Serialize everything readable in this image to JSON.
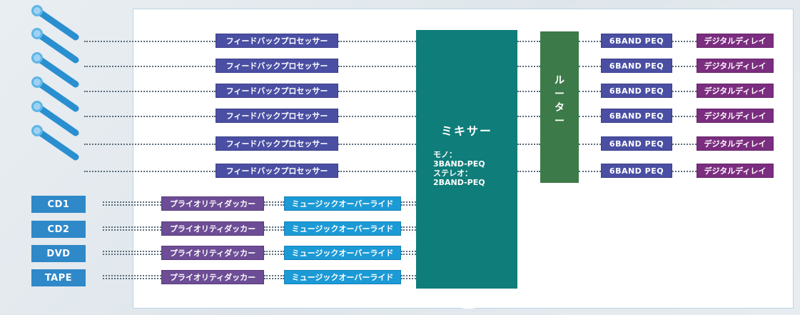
{
  "feedback_processor_label": "フィードバックプロセッサー",
  "peq_label": "6BAND PEQ",
  "delay_label": "デジタルディレイ",
  "priority_ducker_label": "プライオリティダッカー",
  "music_override_label": "ミュージックオーバーライド",
  "sources": [
    "CD1",
    "CD2",
    "DVD",
    "TAPE"
  ],
  "mixer": {
    "title": "ミキサー",
    "description": "モノ：\n3BAND-PEQ\nステレオ：\n2BAND-PEQ"
  },
  "router": {
    "chars": [
      "ル",
      "ー",
      "タ",
      "ー"
    ]
  },
  "icons": {
    "microphone": "microphone-icon"
  },
  "colors": {
    "feedback": "#4a4fa3",
    "delay": "#7b2d7f",
    "priority": "#6d4d95",
    "music": "#1b9ad6",
    "source": "#2f88c8",
    "mixer": "#0f7d7a",
    "router": "#3d7a4a",
    "microphone": "#2a8fd0"
  }
}
